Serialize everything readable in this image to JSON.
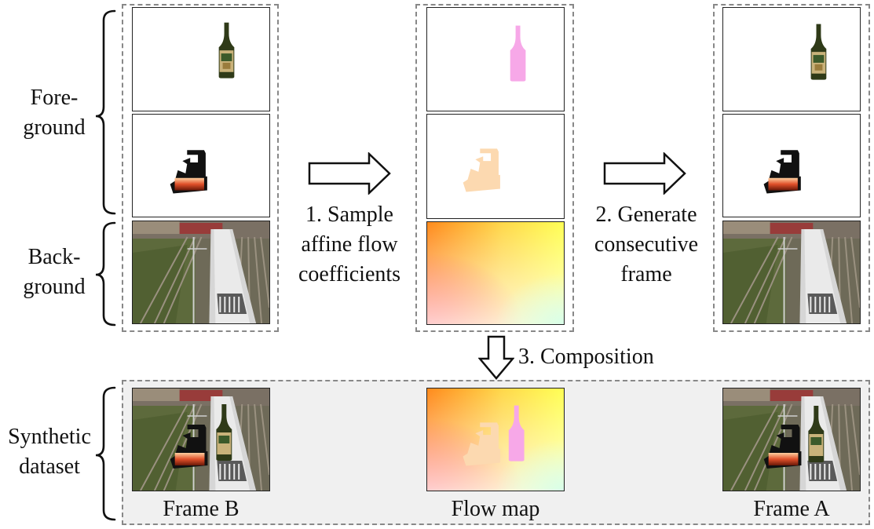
{
  "left_labels": {
    "foreground": [
      "Fore-",
      "ground"
    ],
    "background": [
      "Back-",
      "ground"
    ],
    "synthetic": [
      "Synthetic",
      "dataset"
    ]
  },
  "steps": {
    "step1": [
      "1. Sample",
      "affine flow",
      "coefficients"
    ],
    "step2": [
      "2. Generate",
      "consecutive",
      "frame"
    ],
    "step3": "3. Composition"
  },
  "captions": {
    "frame_b": "Frame B",
    "flow_map": "Flow map",
    "frame_a": "Frame A"
  },
  "colors": {
    "bottle": "#3a4a1c",
    "bottle_flow": "#f7a8e8",
    "machine_flow": "#fcd9b0",
    "flow_tl": "#ff8a1c",
    "flow_tr": "#ffff50",
    "flow_bl": "#ff4d4d",
    "flow_br": "#e8fff0",
    "panel_bg": "#f0f0f0"
  },
  "icons": [
    "right-arrow-icon",
    "down-arrow-icon",
    "brace-icon"
  ]
}
